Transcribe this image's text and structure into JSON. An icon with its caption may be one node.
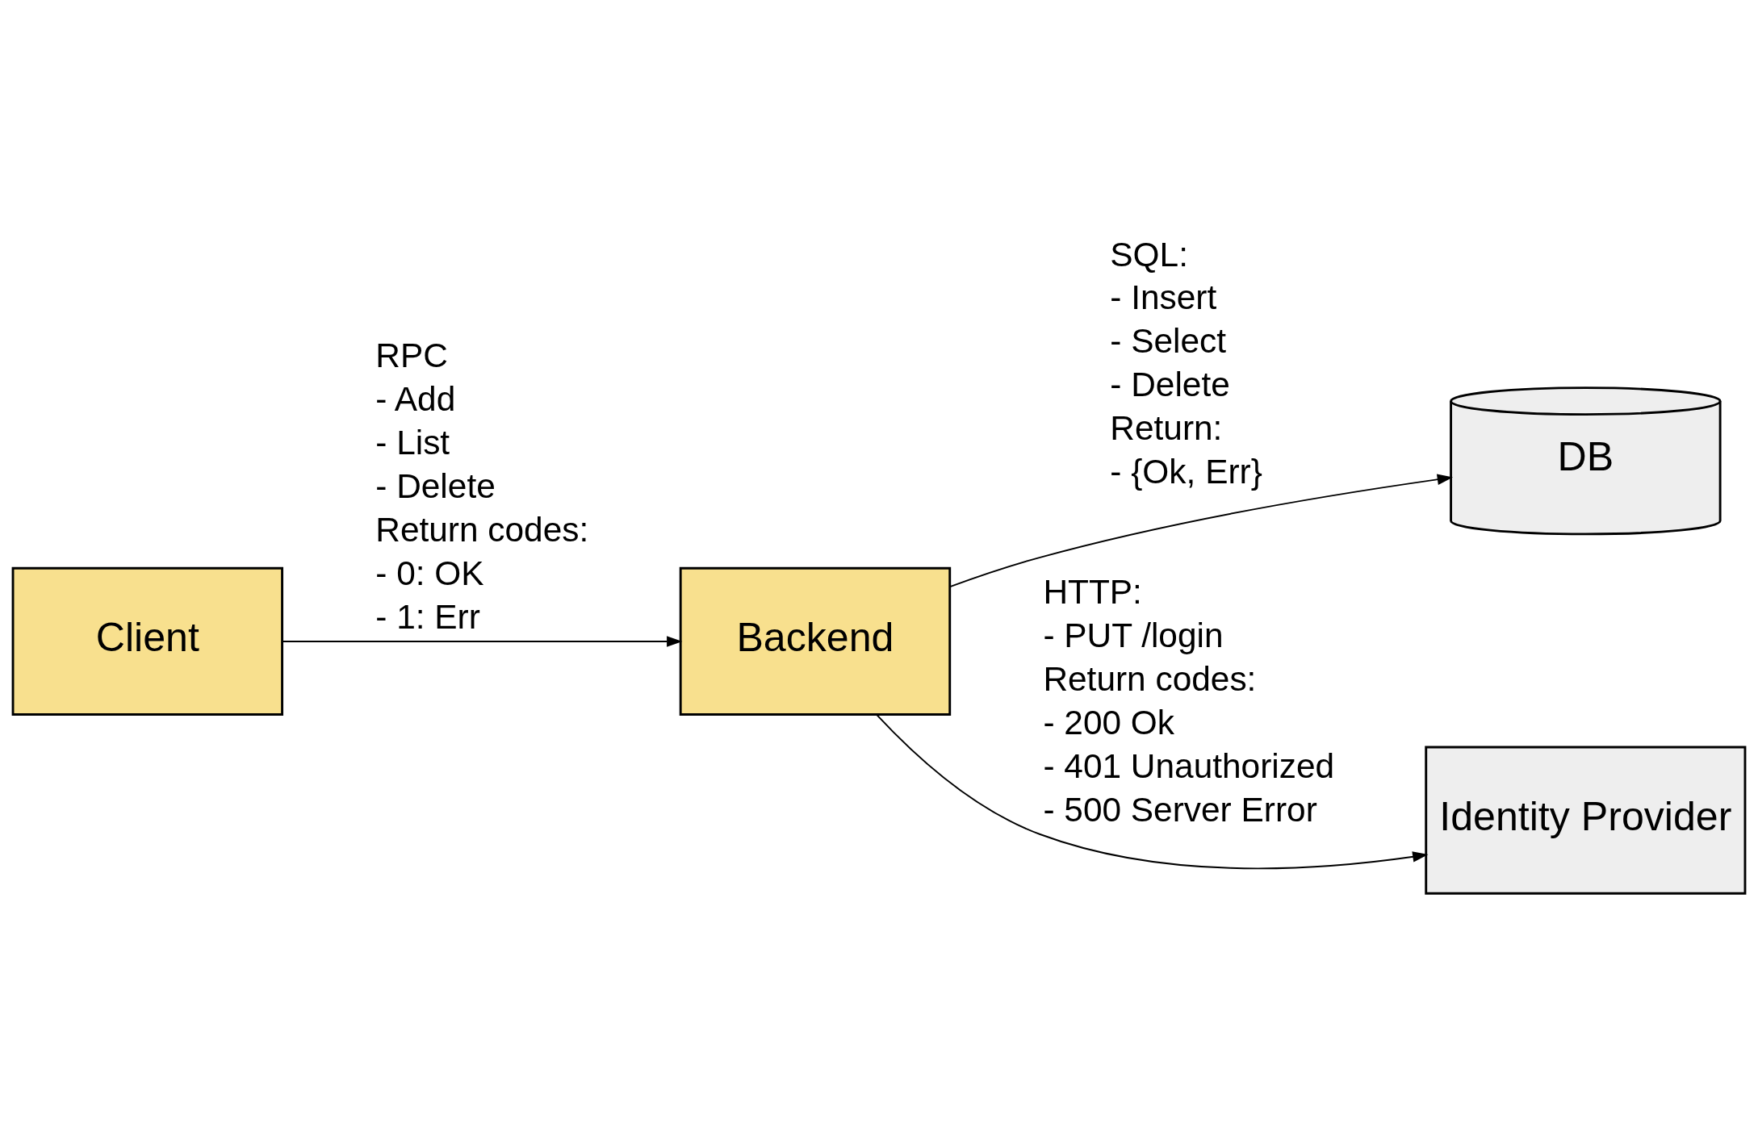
{
  "diagram": {
    "nodes": [
      {
        "text": [
          "Client"
        ]
      },
      {
        "text": [
          "Backend"
        ]
      },
      {
        "text": [
          "DB"
        ]
      },
      {
        "text": [
          "Identity Provider"
        ]
      }
    ],
    "edges": [
      {
        "from": 0,
        "to": 1,
        "arrow": "to"
      },
      {
        "from": 1,
        "to": 2,
        "arrow": "to"
      },
      {
        "from": 1,
        "to": 3,
        "arrow": "to"
      }
    ],
    "labels": [
      "RPC",
      "- Add",
      "- List",
      "- Delete",
      "Return codes:",
      "- 0: OK",
      "- 1: Err",
      "SQL:",
      "- Insert",
      "- Select",
      "- Delete",
      "Return:",
      "- {Ok, Err}",
      "HTTP:",
      "- PUT /login",
      "Return codes:",
      "- 200 Ok",
      "- 401 Unauthorized",
      "- 500 Server Error"
    ]
  }
}
